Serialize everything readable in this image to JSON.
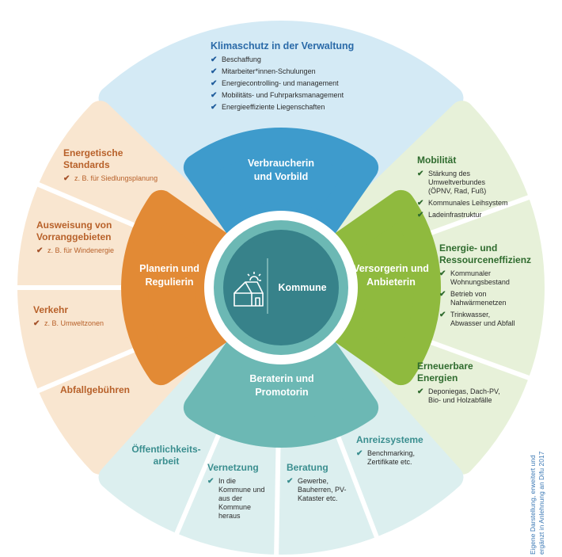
{
  "colors": {
    "top_outer": "#d4eaf5",
    "top_inner": "#3e9bcc",
    "left_outer": "#f9e6d0",
    "left_inner": "#e28a35",
    "right_outer": "#e7f1d9",
    "right_inner": "#8fba3e",
    "bottom_outer": "#dcefef",
    "bottom_inner": "#6cb8b4",
    "center_ring": "#6cb8b4",
    "center_fill": "#37828a"
  },
  "center": {
    "label": "Kommune",
    "icon": "house-sun-icon"
  },
  "roles": {
    "top": "Verbraucherin und Vorbild",
    "left": "Planerin und Regulierin",
    "right": "Versorgerin und Anbieterin",
    "bottom": "Beraterin und Promotorin"
  },
  "top_section": {
    "title": "Klimaschutz in der Verwaltung",
    "items": [
      "Beschaffung",
      "Mitarbeiter*innen-Schulungen",
      "Energiecontrolling- und management",
      "Mobilitäts- und Fuhrparksmanagement",
      "Energieeffiziente Liegenschaften"
    ]
  },
  "left_sections": [
    {
      "title": "Energetische Standards",
      "items": [
        "z. B. für Siedlungsplanung"
      ]
    },
    {
      "title": "Ausweisung von Vorranggebieten",
      "items": [
        "z. B. für Windenergie"
      ]
    },
    {
      "title": "Verkehr",
      "items": [
        "z. B. Umweltzonen"
      ]
    },
    {
      "title": "Abfallgebühren",
      "items": []
    }
  ],
  "right_sections": [
    {
      "title": "Mobilität",
      "items": [
        "Stärkung des Umweltverbundes (ÖPNV, Rad, Fuß)",
        "Kommunales Leihsystem",
        "Ladeinfrastruktur"
      ]
    },
    {
      "title": "Energie- und Ressourceneffizienz",
      "items": [
        "Kommunaler Wohnungsbestand",
        "Betrieb von Nahwärmenetzen",
        "Trinkwasser, Abwasser und Abfall"
      ]
    },
    {
      "title": "Erneuerbare Energien",
      "items": [
        "Deponiegas, Dach-PV, Bio- und Holzabfälle"
      ]
    }
  ],
  "bottom_sections": [
    {
      "title": "Öffentlichkeits-arbeit",
      "items": []
    },
    {
      "title": "Vernetzung",
      "items": [
        "In die Kommune und aus der Kommune heraus"
      ]
    },
    {
      "title": "Beratung",
      "items": [
        "Gewerbe, Bauherren, PV-Kataster etc."
      ]
    },
    {
      "title": "Anreizsysteme",
      "items": [
        "Benchmarking, Zertifikate etc."
      ]
    }
  ],
  "check_glyph": "✔",
  "credit": {
    "line1": "Eigene Darstellung, erweitert und",
    "line2": "ergänzt in Anlehnung an Difu 2017"
  }
}
